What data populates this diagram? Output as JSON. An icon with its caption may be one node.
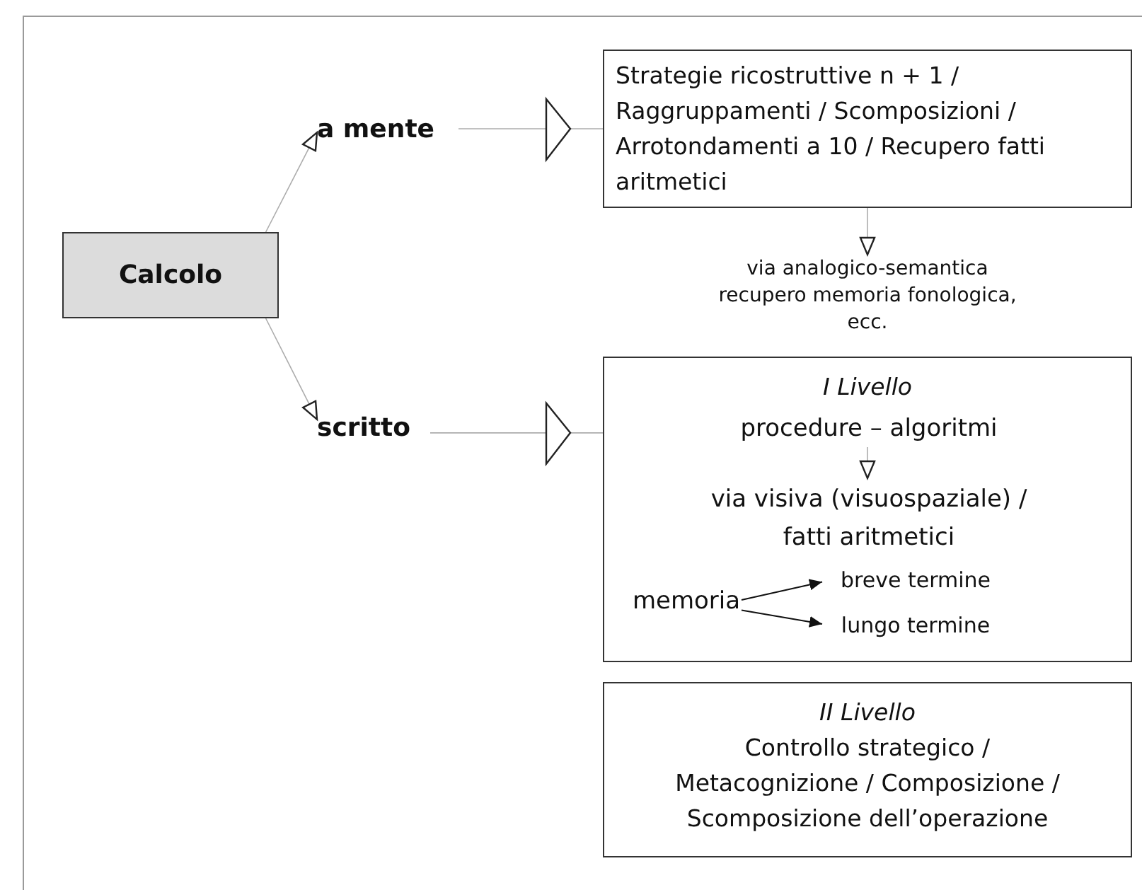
{
  "diagram": {
    "nodes": [
      {
        "text": [
          "Calcolo"
        ]
      },
      {
        "text": [
          "a mente"
        ]
      },
      {
        "text": [
          "scritto"
        ]
      },
      {
        "text": [
          "Strategie ricostruttive n + 1 / Raggruppamenti / Scomposizioni / Arrotondamenti a 10 / Recupero fatti aritmetici"
        ]
      },
      {
        "text": [
          "via analogico-semantica recupero memoria fonologica, ecc."
        ]
      },
      {
        "text": [
          "I Livello"
        ]
      },
      {
        "text": [
          "procedure – algoritmi"
        ],
        "in": 5
      },
      {
        "text": [
          "via visiva (visuospaziale) / fatti aritmetici"
        ],
        "in": 5
      },
      {
        "text": [
          "memoria"
        ],
        "in": 5
      },
      {
        "text": [
          "breve termine"
        ],
        "in": 5
      },
      {
        "text": [
          "lungo termine"
        ],
        "in": 5
      },
      {
        "text": [
          "II Livello",
          "Controllo strategico / Metacognizione / Composizione / Scomposizione dell’operazione"
        ]
      }
    ],
    "edges": [
      {
        "from": 0,
        "to": 1,
        "arrow": "to"
      },
      {
        "from": 0,
        "to": 2,
        "arrow": "to"
      },
      {
        "from": 1,
        "to": 3,
        "arrow": "to"
      },
      {
        "from": 2,
        "to": 5,
        "arrow": "to"
      },
      {
        "from": 3,
        "to": 4,
        "arrow": "to"
      },
      {
        "from": 6,
        "to": 7,
        "arrow": "to"
      },
      {
        "from": 8,
        "to": 9,
        "arrow": "to"
      },
      {
        "from": 8,
        "to": 10,
        "arrow": "to"
      }
    ]
  }
}
